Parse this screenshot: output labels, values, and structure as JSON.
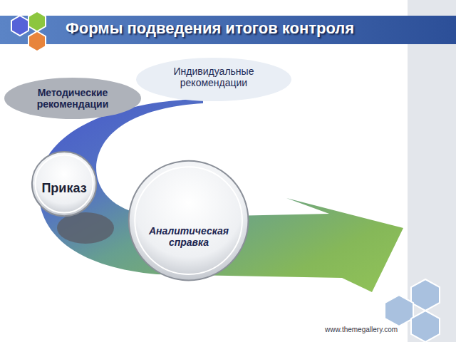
{
  "diagram": {
    "title": "Формы подведения итогов контроля",
    "nodes": [
      {
        "text": [
          "Индивидуальные рекомендации"
        ]
      },
      {
        "text": [
          "Методические рекомендации"
        ]
      },
      {
        "text": [
          "Приказ"
        ]
      },
      {
        "text": [
          "Аналитическая справка"
        ]
      }
    ],
    "labels": [
      "www.themegallery.com"
    ]
  }
}
